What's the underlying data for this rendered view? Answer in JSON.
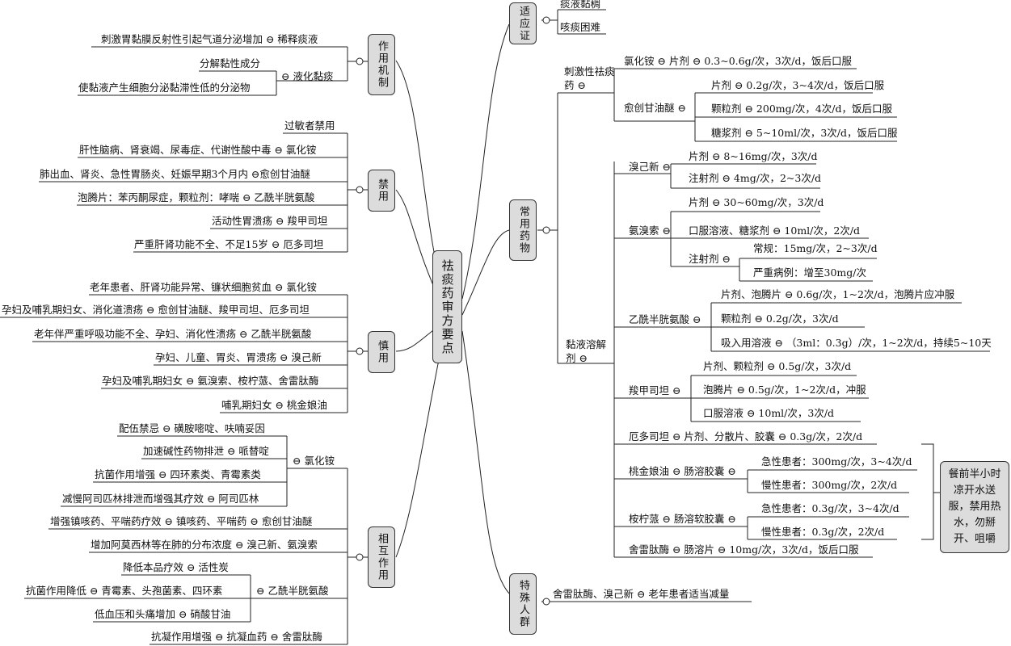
{
  "center": "祛痰药审方要点",
  "left": {
    "mechanism": {
      "label": "作用机制",
      "items": [
        "刺激胃黏膜反射性引起气道分泌增加 ⊖ 稀释痰液",
        "⊖ 液化黏痰",
        "分解黏性成分",
        "使黏液产生细胞分泌黏滞性低的分泌物"
      ]
    },
    "contra": {
      "label": "禁用",
      "items": [
        "过敏者禁用",
        "肝性脑病、肾衰竭、尿毒症、代谢性酸中毒 ⊖ 氯化铵",
        "肺出血、肾炎、急性胃肠炎、妊娠早期3个月内  ⊖愈创甘油醚",
        "泡腾片：苯丙酮尿症，颗粒剂：哮喘 ⊖ 乙酰半胱氨酸",
        "活动性胃溃疡 ⊖ 羧甲司坦",
        "严重肝肾功能不全、不足15岁 ⊖ 厄多司坦"
      ]
    },
    "caution": {
      "label": "慎用",
      "items": [
        "老年患者、肝肾功能异常、镰状细胞贫血 ⊖ 氯化铵",
        "孕妇及哺乳期妇女、消化道溃疡 ⊖ 愈创甘油醚、羧甲司坦、厄多司坦",
        "老年伴严重呼吸功能不全、孕妇、消化性溃疡 ⊖ 乙酰半胱氨酸",
        "孕妇、儿童、胃炎、胃溃疡 ⊖ 溴己新",
        "孕妇及哺乳期妇女 ⊖ 氨溴索、桉柠蒎、舍雷肽酶",
        "哺乳期妇女 ⊖ 桃金娘油"
      ]
    },
    "interaction": {
      "label": "相互作用",
      "items": [
        "配伍禁忌 ⊖ 磺胺嘧啶、呋喃妥因",
        "加速碱性药物排泄 ⊖ 哌替啶",
        "抗菌作用增强 ⊖ 四环素类、青霉素类",
        "减慢阿司匹林排泄而增强其疗效 ⊖ 阿司匹林",
        "⊖ 氯化铵",
        "增强镇咳药、平喘药疗效 ⊖ 镇咳药、平喘药 ⊖ 愈创甘油醚",
        "增加阿莫西林等在肺的分布浓度 ⊖ 溴己新、氨溴索",
        "降低本品疗效 ⊖ 活性炭",
        "抗菌作用降低 ⊖ 青霉素、头孢菌素、四环素",
        "⊖ 乙酰半胱氨酸",
        "低血压和头痛增加 ⊖ 硝酸甘油",
        "抗凝作用增强 ⊖ 抗凝血药 ⊖ 舍雷肽酶"
      ]
    }
  },
  "right": {
    "indication": {
      "label": "适应证",
      "items": [
        "痰液黏稠",
        "咳痰困难"
      ]
    },
    "common": {
      "label": "常用药物",
      "stimulant": {
        "label": "刺激性祛痰药 ⊖",
        "items": [
          "氯化铵 ⊖ 片剂 ⊖ 0.3~0.6g/次，3次/d，饭后口服",
          "愈创甘油醚 ⊖",
          "片剂 ⊖ 0.2g/次，3~4次/d，饭后口服",
          "颗粒剂 ⊖ 200mg/次，4次/d，饭后口服",
          "糖浆剂 ⊖ 5~10ml/次，3次/d，饭后口服"
        ]
      },
      "mucolytic": {
        "label": "黏液溶解剂 ⊖",
        "items": [
          "溴己新 ⊖",
          "片剂 ⊖  8~16mg/次，3次/d",
          "注射剂 ⊖ 4mg/次，2~3次/d",
          "氨溴索 ⊖",
          "片剂 ⊖ 30~60mg/次，3次/d",
          "口服溶液、糖浆剂 ⊖ 10ml/次，2次/d",
          "注射剂 ⊖",
          "常规：15mg/次，2~3次/d",
          "严重病例：增至30mg/次",
          "乙酰半胱氨酸 ⊖",
          "片剂、泡腾片 ⊖ 0.6g/次，1~2次/d，泡腾片应冲服",
          "颗粒剂 ⊖ 0.2g/次，3次/d",
          "吸入用溶液 ⊖ （3ml：0.3g）/次，1~2次/d，持续5~10天",
          "羧甲司坦 ⊖",
          "片剂、颗粒剂 ⊖ 0.5g/次，3次/d",
          "泡腾片 ⊖ 0.5g/次，1~2次/d，冲服",
          "口服溶液 ⊖ 10ml/次，3次/d",
          "厄多司坦 ⊖ 片剂、分散片、胶囊 ⊖ 0.3g/次，2次/d",
          "桃金娘油 ⊖ 肠溶胶囊 ⊖",
          "急性患者：300mg/次，3~4次/d",
          "慢性患者：300mg/次，2次/d",
          "桉柠蒎 ⊖ 肠溶软胶囊 ⊖",
          "急性患者：0.3g/次，3~4次/d",
          "慢性患者：0.3g/次，2次/d",
          "舍雷肽酶 ⊖ 肠溶片 ⊖ 10mg/次，3次/d，饭后口服"
        ]
      },
      "note": "餐前半小时凉开水送服，禁用热水，勿掰开、咀嚼"
    },
    "special": {
      "label": "特殊人群",
      "items": [
        "舍雷肽酶、溴己新 ⊖ 老年患者适当减量"
      ]
    }
  }
}
